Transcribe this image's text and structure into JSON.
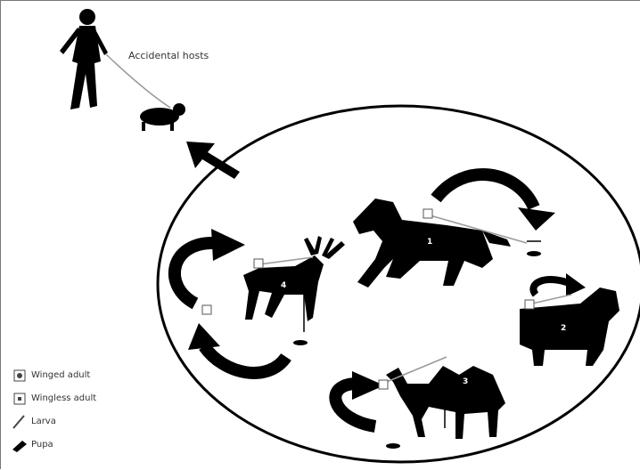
{
  "labels": {
    "accidental_hosts": "Accidental hosts"
  },
  "legend": [
    {
      "icon": "winged-adult-icon",
      "label": "Winged adult"
    },
    {
      "icon": "wingless-adult-icon",
      "label": "Wingless adult"
    },
    {
      "icon": "larva-icon",
      "label": "Larva"
    },
    {
      "icon": "pupa-icon",
      "label": "Pupa"
    }
  ],
  "host_numbers": {
    "horse": "1",
    "sheep": "2",
    "camel": "3",
    "deer": "4"
  },
  "colors": {
    "ink": "#000000",
    "background": "#ffffff",
    "line": "#999999"
  }
}
